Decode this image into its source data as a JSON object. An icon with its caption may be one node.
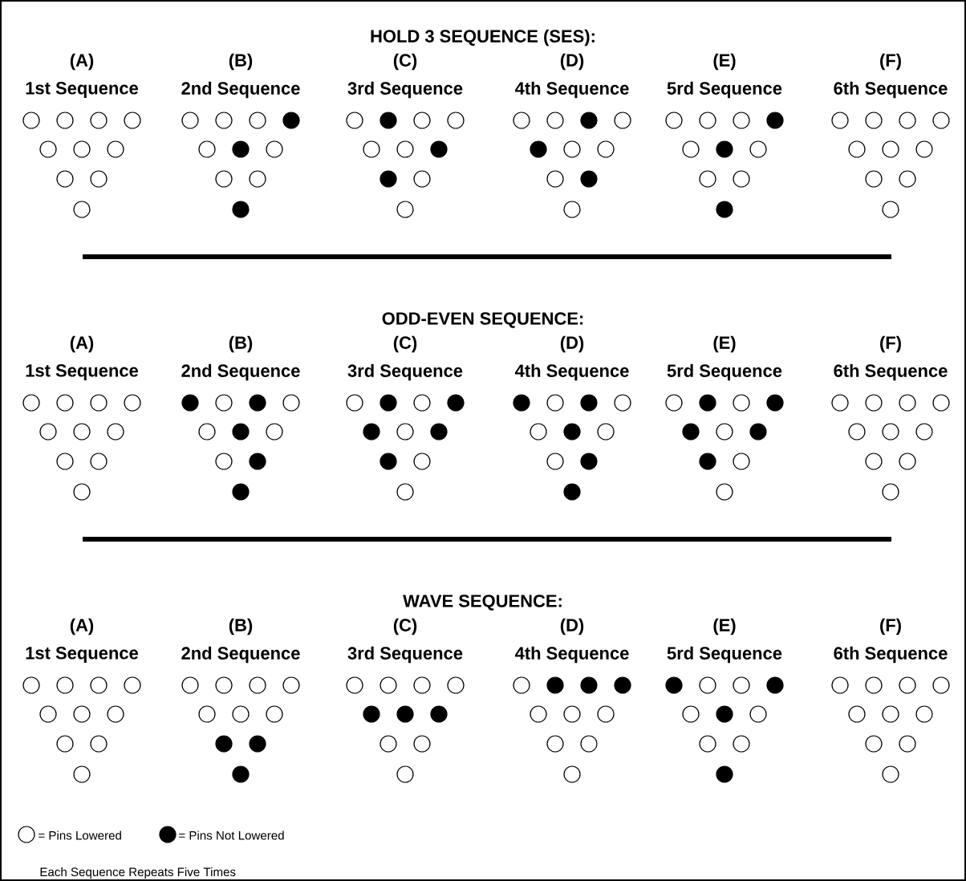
{
  "diagram": {
    "labels": [
      "HOLD 3 SEQUENCE (SES):",
      "(A)",
      "1st Sequence",
      "(B)",
      "2nd Sequence",
      "(C)",
      "3rd Sequence",
      "(D)",
      "4th Sequence",
      "(E)",
      "5rd Sequence",
      "(F)",
      "6th Sequence",
      "ODD-EVEN SEQUENCE:",
      "(A)",
      "1st Sequence",
      "(B)",
      "2nd Sequence",
      "(C)",
      "3rd Sequence",
      "(D)",
      "4th Sequence",
      "(E)",
      "5rd Sequence",
      "(F)",
      "6th Sequence",
      "WAVE SEQUENCE:",
      "(A)",
      "1st Sequence",
      "(B)",
      "2nd Sequence",
      "(C)",
      "3rd Sequence",
      "(D)",
      "4th Sequence",
      "(E)",
      "5rd Sequence",
      "(F)",
      "6th Sequence",
      "Each Sequence Repeats Five Times"
    ],
    "legend": [
      {
        "text": "= Pins Lowered"
      },
      {
        "text": "= Pins Not Lowered"
      }
    ]
  }
}
